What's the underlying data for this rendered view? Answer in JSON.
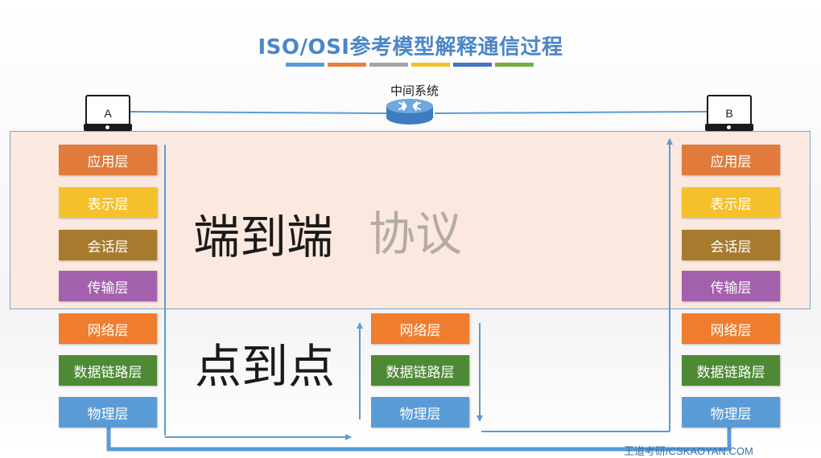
{
  "title": "ISO/OSI参考模型解释通信过程",
  "title_bar_colors": [
    "#5b9bd5",
    "#e9803e",
    "#a5a5a5",
    "#f5c12a",
    "#4472c4",
    "#70ad47"
  ],
  "host_a": {
    "label": "A"
  },
  "host_b": {
    "label": "B"
  },
  "intermediate": {
    "label": "中间系统",
    "icon": "router-icon"
  },
  "left_stack": [
    "应用层",
    "表示层",
    "会话层",
    "传输层",
    "网络层",
    "数据链路层",
    "物理层"
  ],
  "right_stack": [
    "应用层",
    "表示层",
    "会话层",
    "传输层",
    "网络层",
    "数据链路层",
    "物理层"
  ],
  "middle_stack": [
    "网络层",
    "数据链路层",
    "物理层"
  ],
  "end_to_end": {
    "part1": "端到端",
    "part2": "协议"
  },
  "point_to_point": "点到点",
  "watermark": "王道考研/CSKAOYAN.COM",
  "colors": {
    "application": "#e07b3c",
    "presentation": "#f5c12a",
    "session": "#a87a2e",
    "transport": "#a360ad",
    "network": "#f07d2e",
    "data_link": "#4e8a35",
    "physical": "#5b9bd5",
    "band_fill": "#fbe9df",
    "line": "#5b9bd5"
  }
}
